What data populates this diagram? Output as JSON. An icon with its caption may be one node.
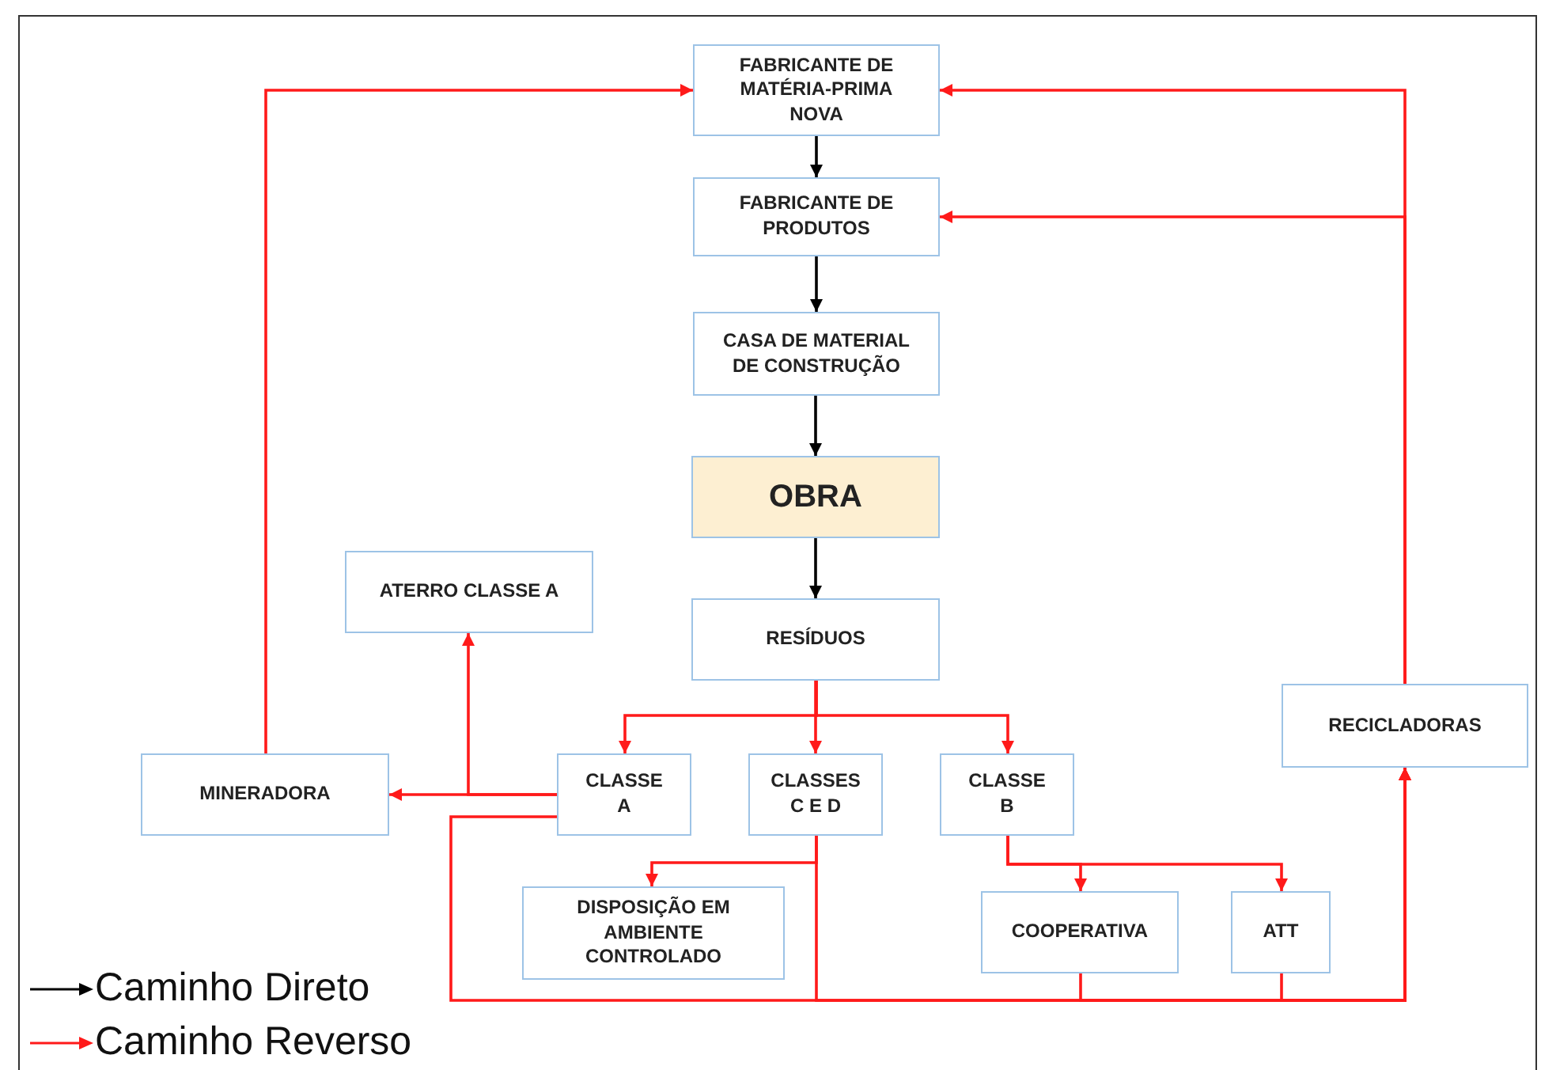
{
  "diagram": {
    "nodes": [
      {
        "text": [
          "FABRICANTE DE MATÉRIA-PRIMA NOVA"
        ]
      },
      {
        "text": [
          "FABRICANTE DE PRODUTOS"
        ]
      },
      {
        "text": [
          "CASA DE MATERIAL DE CONSTRUÇÃO"
        ]
      },
      {
        "text": [
          "OBRA"
        ]
      },
      {
        "text": [
          "ATERRO CLASSE A"
        ]
      },
      {
        "text": [
          "RESÍDUOS"
        ]
      },
      {
        "text": [
          "RECICLADORAS"
        ]
      },
      {
        "text": [
          "MINERADORA"
        ]
      },
      {
        "text": [
          "CLASSE A"
        ]
      },
      {
        "text": [
          "CLASSES C E D"
        ]
      },
      {
        "text": [
          "CLASSE B"
        ]
      },
      {
        "text": [
          "DISPOSIÇÃO EM AMBIENTE CONTROLADO"
        ]
      },
      {
        "text": [
          "COOPERATIVA"
        ]
      },
      {
        "text": [
          "ATT"
        ]
      }
    ],
    "edges": [
      {
        "from": 0,
        "to": 1,
        "arrow": "to",
        "color": "#000000"
      },
      {
        "from": 1,
        "to": 2,
        "arrow": "to",
        "color": "#000000"
      },
      {
        "from": 2,
        "to": 3,
        "arrow": "to",
        "color": "#000000"
      },
      {
        "from": 3,
        "to": 5,
        "arrow": "to",
        "color": "#000000"
      },
      {
        "from": 5,
        "to": 8,
        "arrow": "to"
      },
      {
        "from": 5,
        "to": 9,
        "arrow": "to"
      },
      {
        "from": 5,
        "to": 10,
        "arrow": "to"
      },
      {
        "from": 8,
        "to": 7,
        "arrow": "to"
      },
      {
        "from": 8,
        "to": 4,
        "arrow": "to"
      },
      {
        "from": 7,
        "to": 0,
        "arrow": "to"
      },
      {
        "from": 9,
        "to": 11,
        "arrow": "to"
      },
      {
        "from": 10,
        "to": 12,
        "arrow": "to"
      },
      {
        "from": 10,
        "to": 13,
        "arrow": "to"
      },
      {
        "from": 6,
        "to": 0,
        "arrow": "to"
      },
      {
        "from": 6,
        "to": 1,
        "arrow": "to"
      },
      {
        "from": 8,
        "to": 6,
        "arrow": "to"
      },
      {
        "from": 9,
        "to": 6,
        "arrow": "to"
      },
      {
        "from": 12,
        "to": 6,
        "arrow": "to"
      },
      {
        "from": 13,
        "to": 6,
        "arrow": "to"
      }
    ],
    "legend": [
      {
        "text": "Caminho Direto"
      },
      {
        "text": "Caminho Reverso"
      }
    ]
  }
}
